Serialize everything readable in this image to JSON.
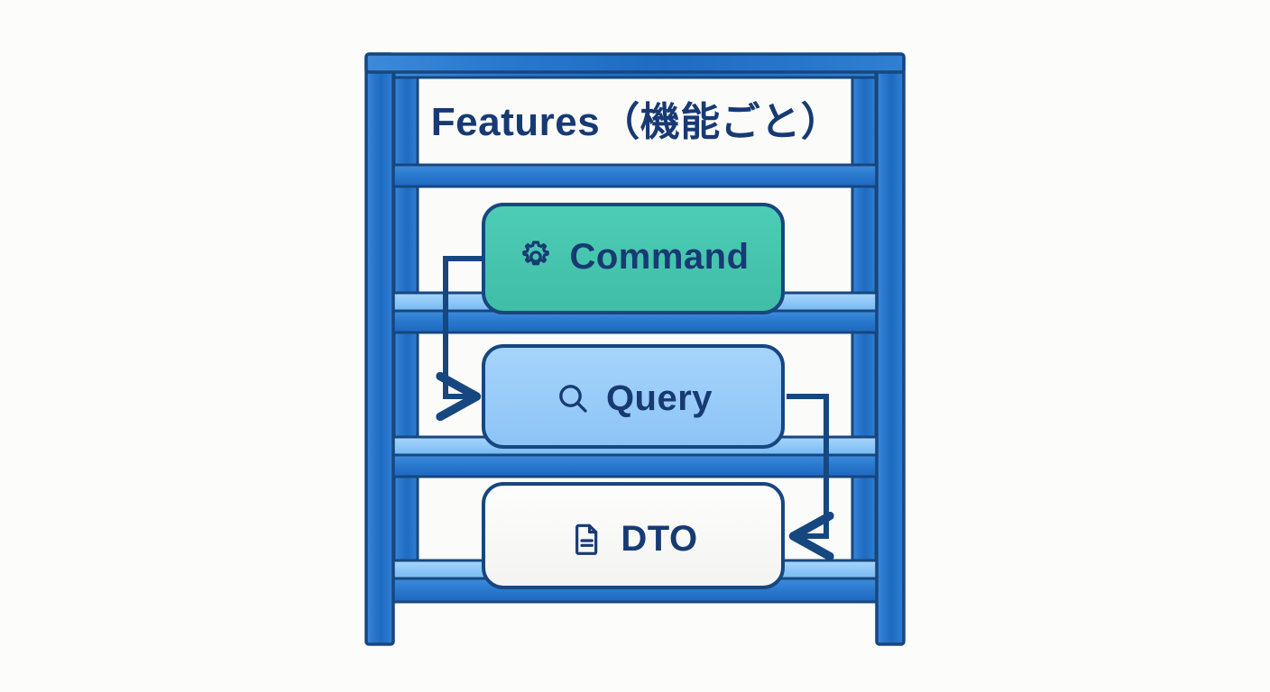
{
  "diagram": {
    "kind": "shelf-layer-diagram",
    "background_color": "#fcfcfa",
    "title": "Features（機能ごと）",
    "shelf": {
      "name": "Features shelf",
      "frame_color": "#2a7ad0",
      "frame_outline_color": "#17477f",
      "shelf_top_color": "#7fc0f7",
      "shelf_face_color": "#2a7ad0",
      "levels": 4
    },
    "cards": [
      {
        "id": "command",
        "label": "Command",
        "icon": "gear-icon",
        "fill": "#45c5af",
        "border": "#17477f",
        "text_color": "#173a73",
        "shelf_level": 2
      },
      {
        "id": "query",
        "label": "Query",
        "icon": "magnifier-icon",
        "fill": "#9ecef9",
        "border": "#17477f",
        "text_color": "#173a73",
        "shelf_level": 3
      },
      {
        "id": "dto",
        "label": "DTO",
        "icon": "document-icon",
        "fill": "#fbfbf9",
        "border": "#17477f",
        "text_color": "#173a73",
        "shelf_level": 4
      }
    ],
    "connectors": [
      {
        "id": "command-to-query",
        "from": "command",
        "to": "query",
        "label": "",
        "direction": "left-side down then right",
        "color": "#17477f",
        "arrowhead": "right"
      },
      {
        "id": "query-to-dto",
        "from": "query",
        "to": "dto",
        "label": "",
        "direction": "right-side down then left",
        "color": "#17477f",
        "arrowhead": "left"
      }
    ]
  }
}
